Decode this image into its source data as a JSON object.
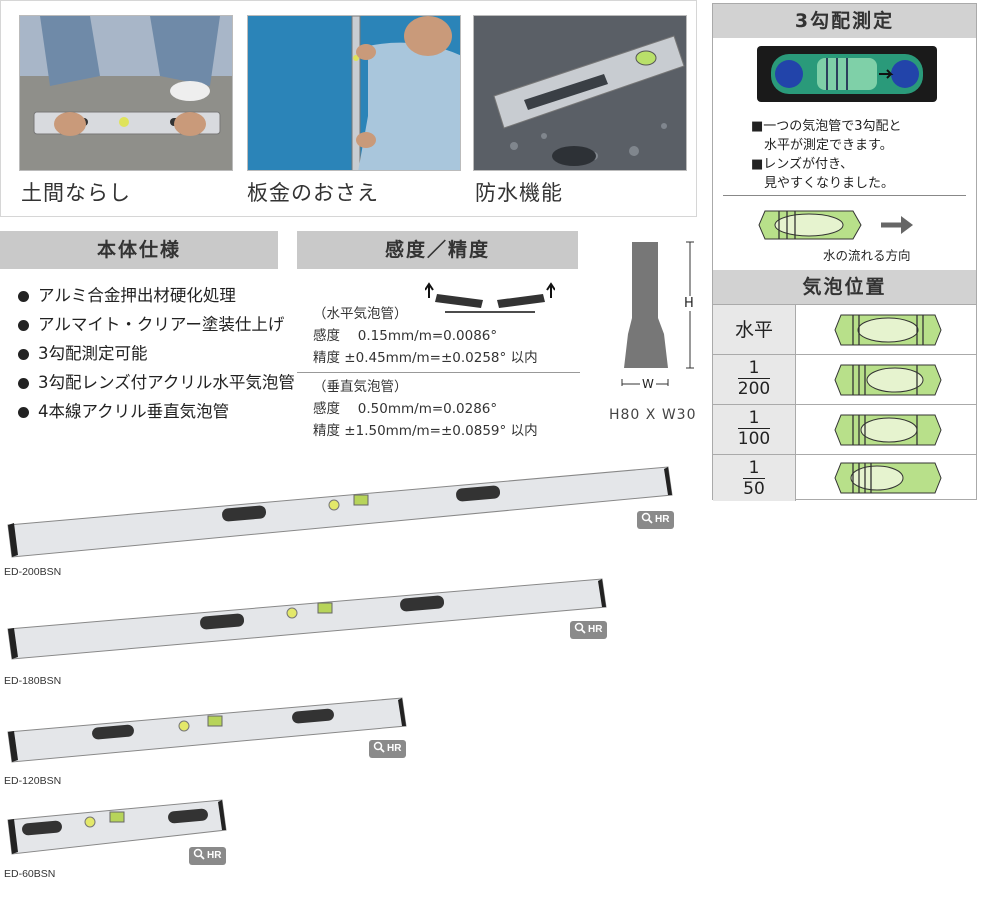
{
  "photos": {
    "captions": [
      "土間ならし",
      "板金のおさえ",
      "防水機能"
    ]
  },
  "body_spec": {
    "title": "本体仕様",
    "items": [
      "アルミ合金押出材硬化処理",
      "アルマイト・クリアー塗装仕上げ",
      "3勾配測定可能",
      "3勾配レンズ付アクリル水平気泡管",
      "4本線アクリル垂直気泡管"
    ]
  },
  "sensitivity": {
    "title": "感度／精度",
    "horizontal_heading": "（水平気泡管）",
    "horizontal_sensitivity": "感度　 0.15mm/m=0.0086°",
    "horizontal_accuracy": "精度 ±0.45mm/m=±0.0258°  以内",
    "vertical_heading": "（垂直気泡管）",
    "vertical_sensitivity": "感度　 0.50mm/m=0.0286°",
    "vertical_accuracy": "精度 ±1.50mm/m=±0.0859°  以内"
  },
  "profile": {
    "h_label": "H",
    "w_label": "W",
    "dimension": "H80 X W30"
  },
  "three_slope": {
    "title": "3勾配測定",
    "text_lines": [
      "■一つの気泡管で3勾配と",
      "　水平が測定できます。",
      "■レンズが付き、",
      "　見やすくなりました。"
    ],
    "flow_caption": "水の流れる方向",
    "bubble_title": "気泡位置",
    "rows": [
      {
        "label": "水平",
        "num": "",
        "den": ""
      },
      {
        "label": "",
        "num": "1",
        "den": "200"
      },
      {
        "label": "",
        "num": "1",
        "den": "100"
      },
      {
        "label": "",
        "num": "1",
        "den": "50"
      }
    ]
  },
  "levels": [
    {
      "model": "ED-200BSN",
      "badge": "HR"
    },
    {
      "model": "ED-180BSN",
      "badge": "HR"
    },
    {
      "model": "ED-120BSN",
      "badge": "HR"
    },
    {
      "model": "ED-60BSN",
      "badge": "HR"
    }
  ],
  "colors": {
    "bubble_green": "#b8e08a",
    "bar_gray": "#c9c9c9",
    "badge_gray": "#8a8a8a"
  }
}
